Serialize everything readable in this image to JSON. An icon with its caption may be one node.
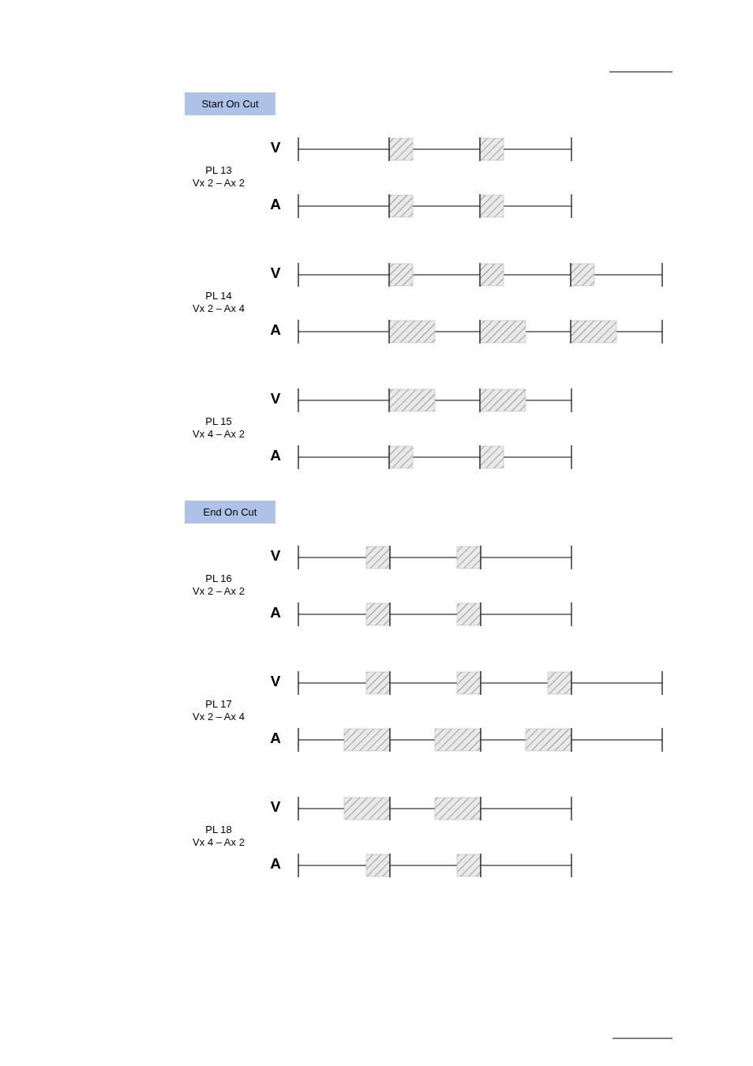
{
  "diagram": {
    "nodes": [
      {
        "text": [
          "Start On Cut"
        ]
      },
      {
        "text": [
          "End On Cut"
        ]
      }
    ],
    "edges": [],
    "labels": [
      "V",
      "PL 13",
      "Vx 2 – Ax 2",
      "A",
      "V",
      "PL 14",
      "Vx 2 – Ax 4",
      "A",
      "V",
      "PL 15",
      "Vx 4 – Ax 2",
      "A",
      "V",
      "PL 16",
      "Vx 2 – Ax 2",
      "A",
      "V",
      "PL 17",
      "Vx 2 – Ax 4",
      "A",
      "V",
      "PL 18",
      "Vx 4 – Ax 2",
      "A"
    ]
  }
}
